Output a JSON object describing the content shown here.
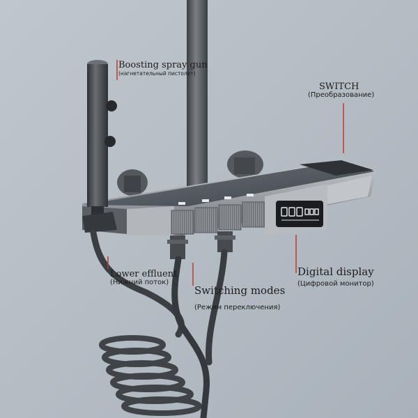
{
  "colors": {
    "wall": "#b5bec6",
    "gunmetal": "#4a4d52",
    "chrome": "#a9acb1",
    "panel_glass": "#52595f",
    "display_screen": "#1a1c1f",
    "display_digits": "#e8ecef",
    "label_text": "#1d1d1d"
  },
  "labels": {
    "spray_gun": {
      "title": "Boosting spray gun",
      "subtitle": "(нагнетательный пистолет)"
    },
    "switch": {
      "title": "SWITCH",
      "subtitle": "(Преобразование)"
    },
    "lower_effluent": {
      "title": "Lower effluent",
      "subtitle": "(Нижний поток)"
    },
    "switching_modes": {
      "title": "Switching modes",
      "subtitle": "(Режим переключения)"
    },
    "digital_display": {
      "title": "Digital display",
      "subtitle": "(Цифровой монитор)"
    }
  }
}
